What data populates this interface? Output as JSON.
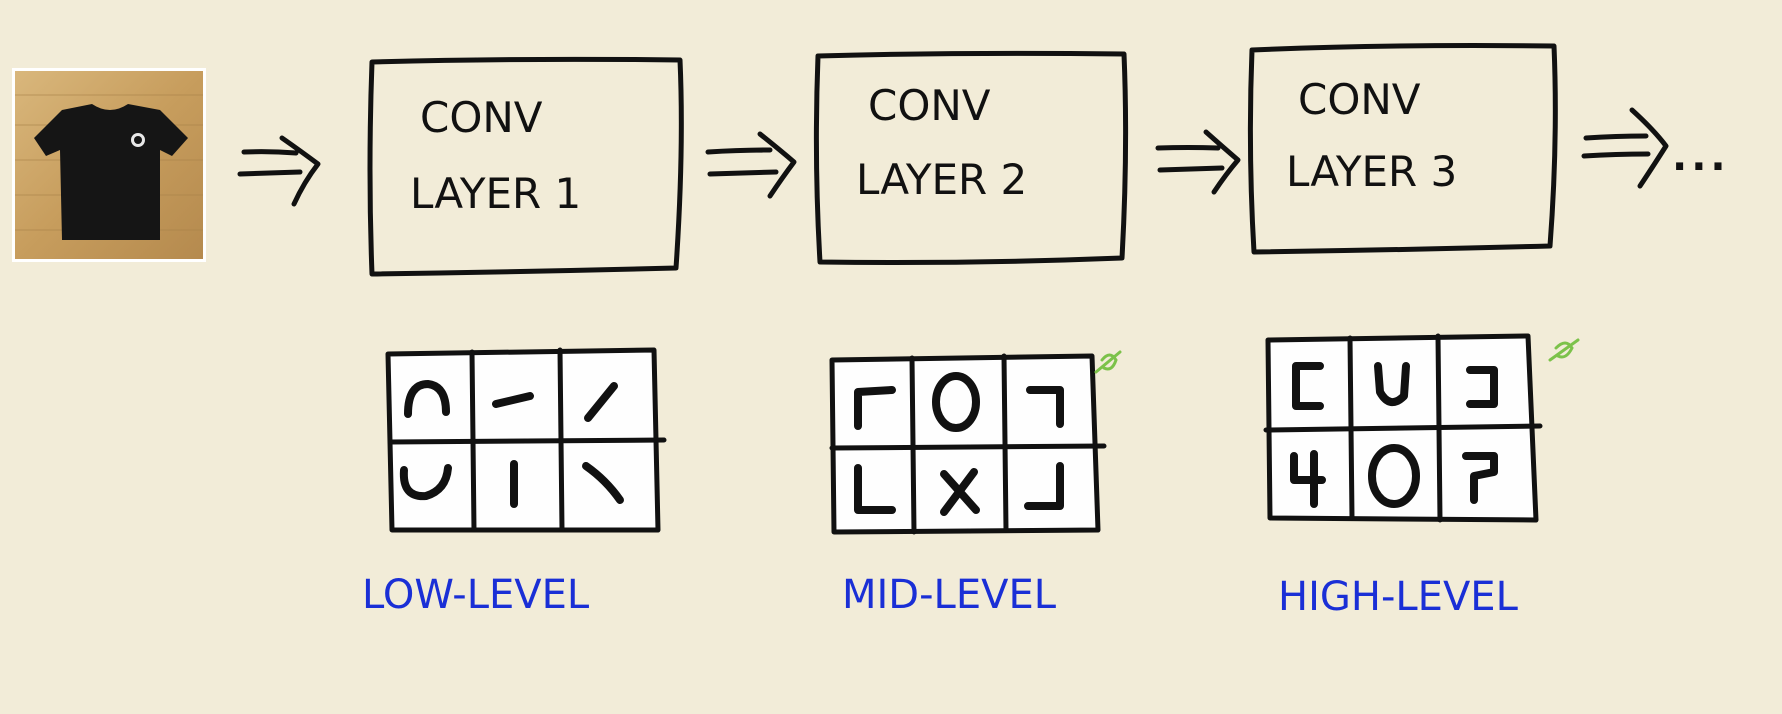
{
  "input_image": {
    "subject": "black t-shirt photo"
  },
  "layers": [
    {
      "line1": "CONV",
      "line2": "LAYER 1"
    },
    {
      "line1": "CONV",
      "line2": "LAYER 2"
    },
    {
      "line1": "CONV",
      "line2": "LAYER 3"
    }
  ],
  "continuation": "...",
  "feature_grids": [
    {
      "label": "LOW-LEVEL"
    },
    {
      "label": "MID-LEVEL"
    },
    {
      "label": "HIGH-LEVEL"
    }
  ],
  "colors": {
    "background": "#f2ecd8",
    "ink": "#111111",
    "label_ink": "#1a2fd6",
    "marker_green": "#7cc24a",
    "photo_floor": "#c9a36a",
    "shirt": "#141414"
  },
  "icons": [
    "arrow-icon",
    "t-shirt-photo",
    "ellipsis"
  ]
}
